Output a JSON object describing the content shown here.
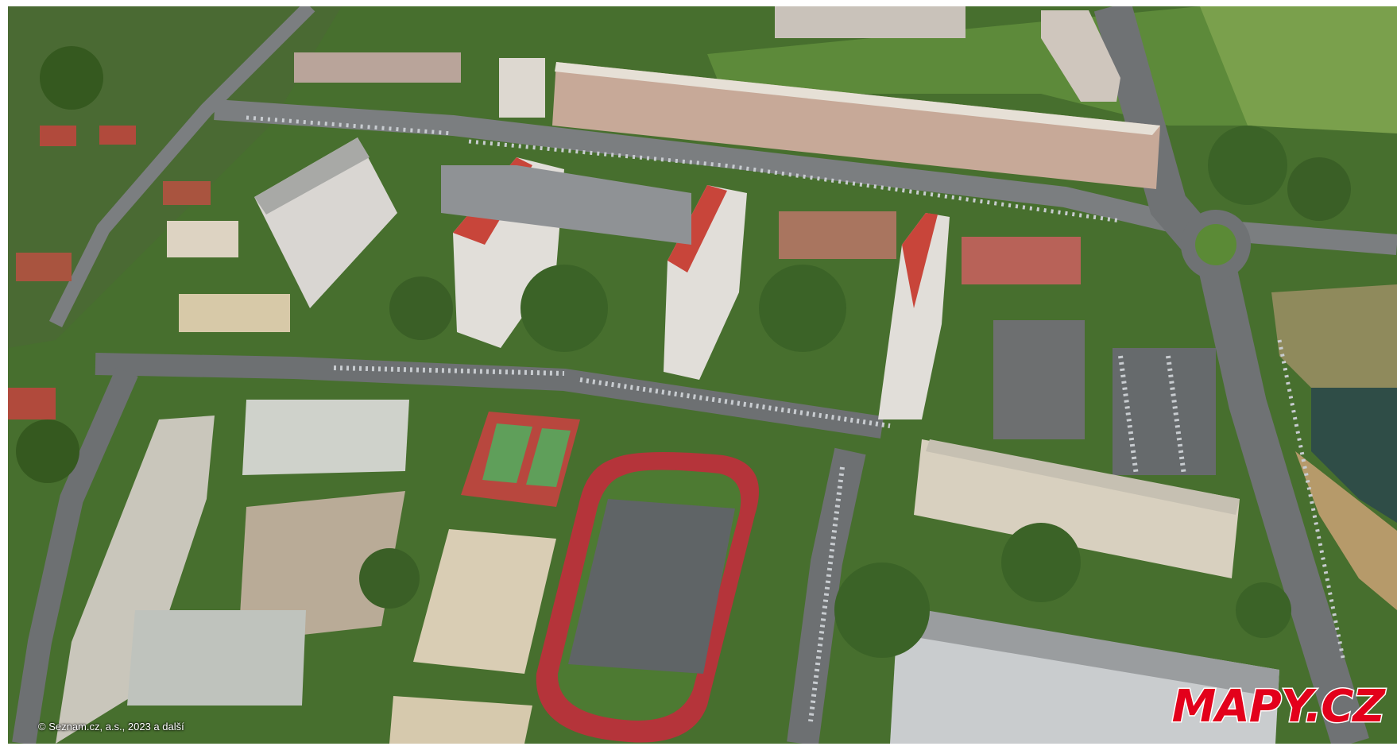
{
  "map": {
    "view": "3D aerial",
    "attribution": "© Seznam.cz, a.s., 2023 a další",
    "logo_text": "MAPY.CZ",
    "colors": {
      "logo": "#e3001b",
      "track": "#b5343a",
      "grass": "#4d7a32",
      "roof_red": "#c8453a",
      "building": "#dcd6cc",
      "water": "#2f4d47"
    }
  }
}
